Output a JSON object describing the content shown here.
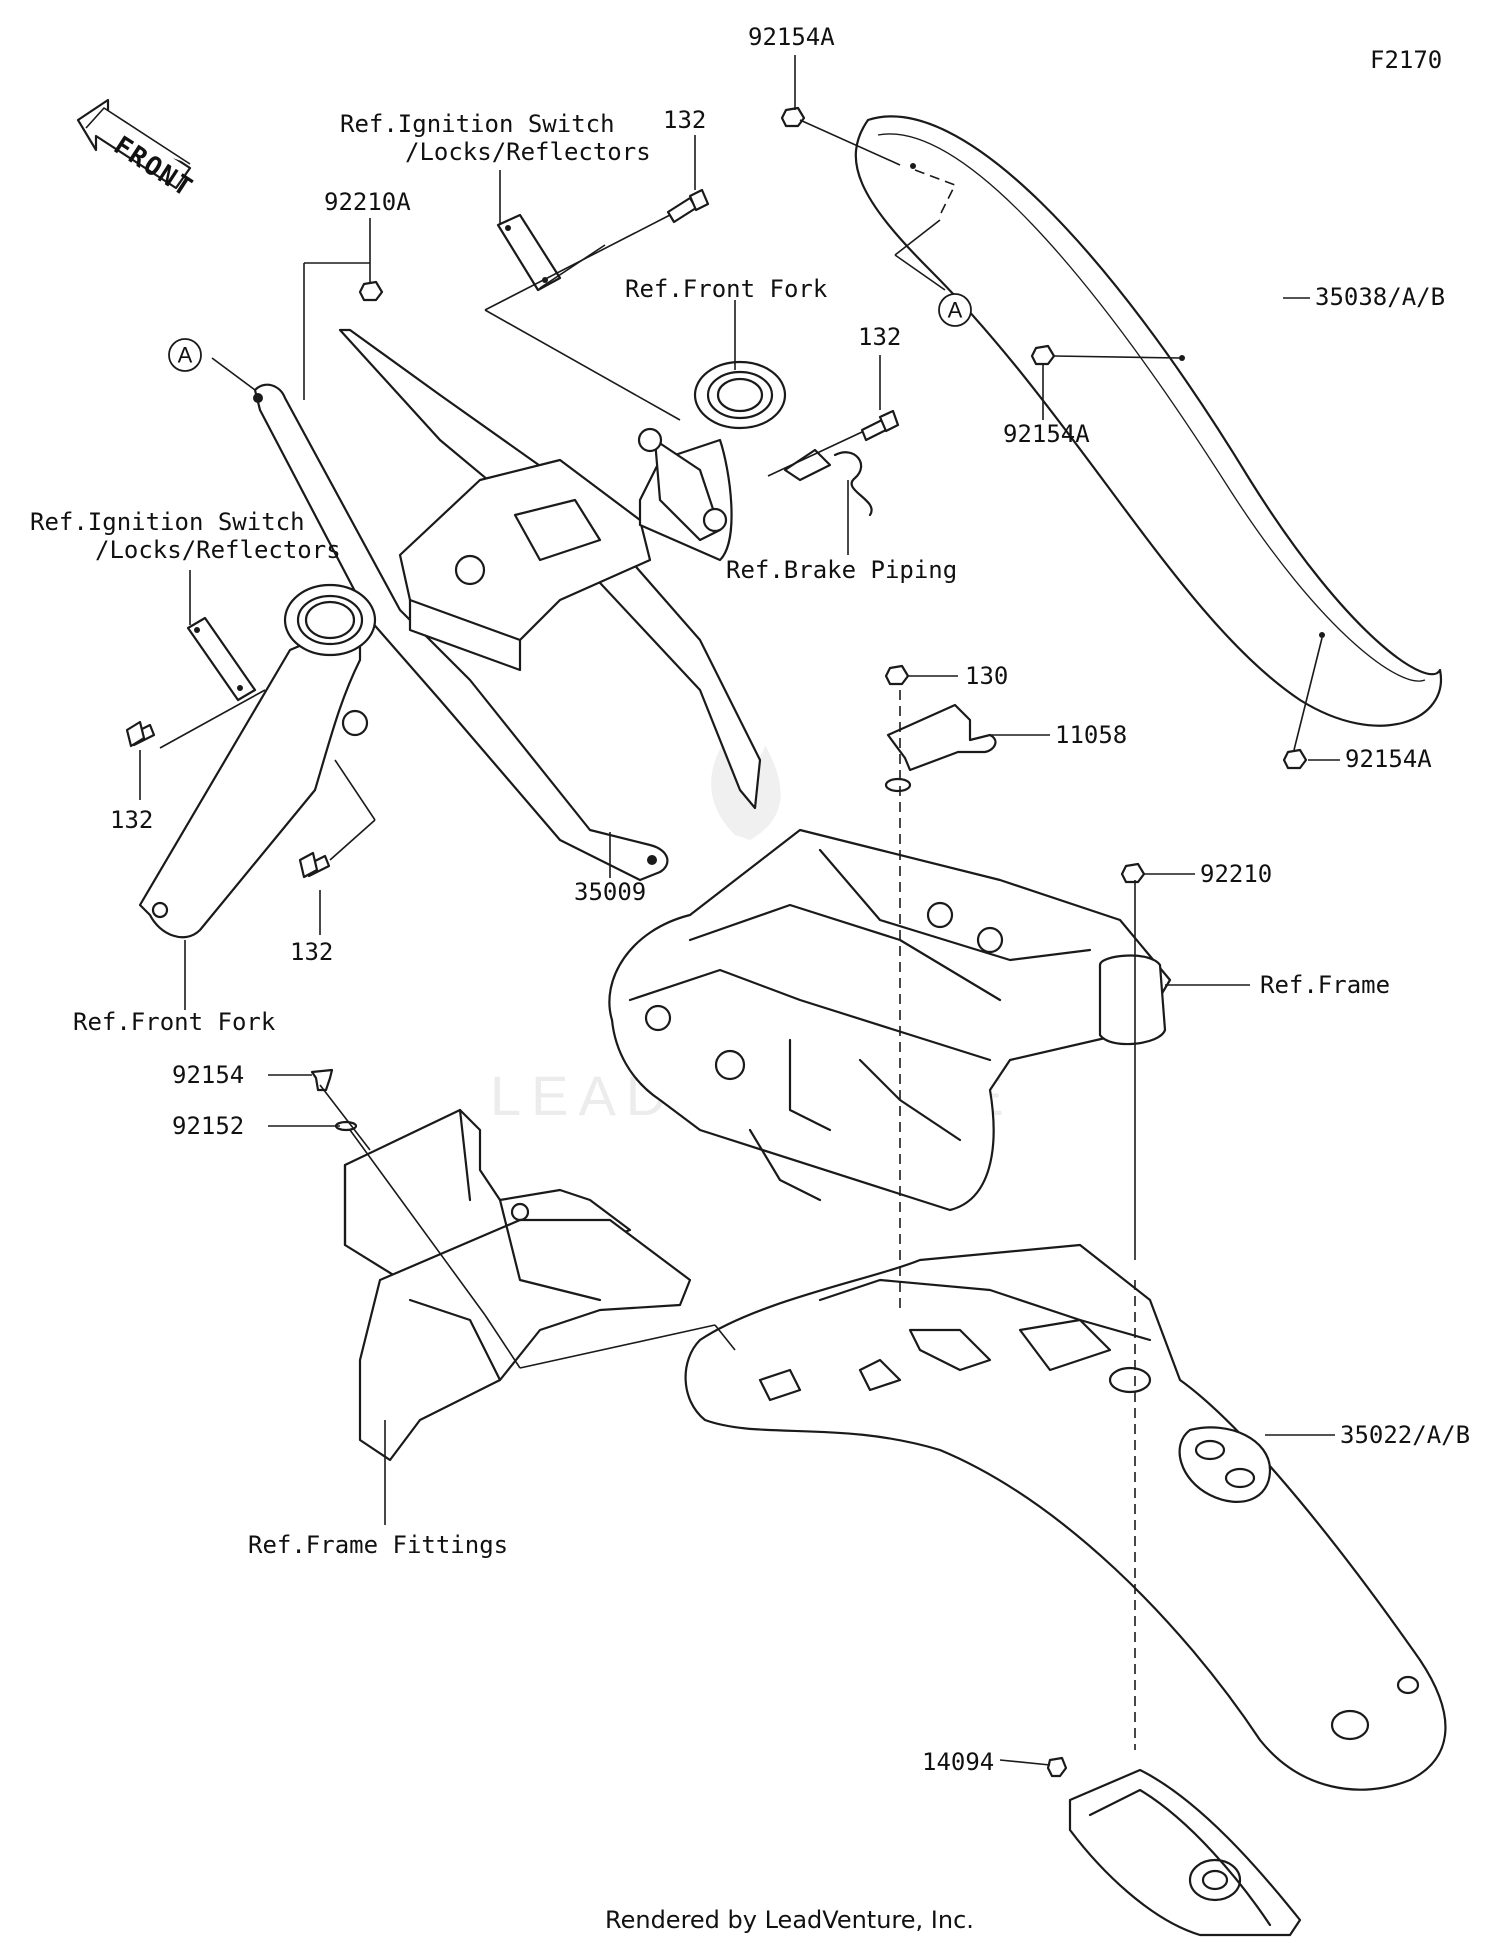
{
  "diagram_code": "F2170",
  "front_arrow": "FRONT",
  "ref_marker": "A",
  "watermark": "LEADVENTURE",
  "footer": "Rendered by LeadVenture, Inc.",
  "labels": {
    "p92154A_top": "92154A",
    "p92154A_mid": "92154A",
    "p92154A_bottom": "92154A",
    "p35038": "35038/A/B",
    "p132_top": "132",
    "p132_right": "132",
    "p132_left": "132",
    "p132_bottom": "132",
    "p92210A": "92210A",
    "p35009": "35009",
    "p130": "130",
    "p11058": "11058",
    "p92210": "92210",
    "p92154": "92154",
    "p92152": "92152",
    "p35022": "35022/A/B",
    "p14094": "14094",
    "ref_ignition_1a": "Ref.Ignition Switch",
    "ref_ignition_1b": "/Locks/Reflectors",
    "ref_ignition_2a": "Ref.Ignition Switch",
    "ref_ignition_2b": "/Locks/Reflectors",
    "ref_front_fork_top": "Ref.Front Fork",
    "ref_front_fork_bottom": "Ref.Front Fork",
    "ref_brake_piping": "Ref.Brake Piping",
    "ref_frame": "Ref.Frame",
    "ref_frame_fittings": "Ref.Frame Fittings"
  }
}
